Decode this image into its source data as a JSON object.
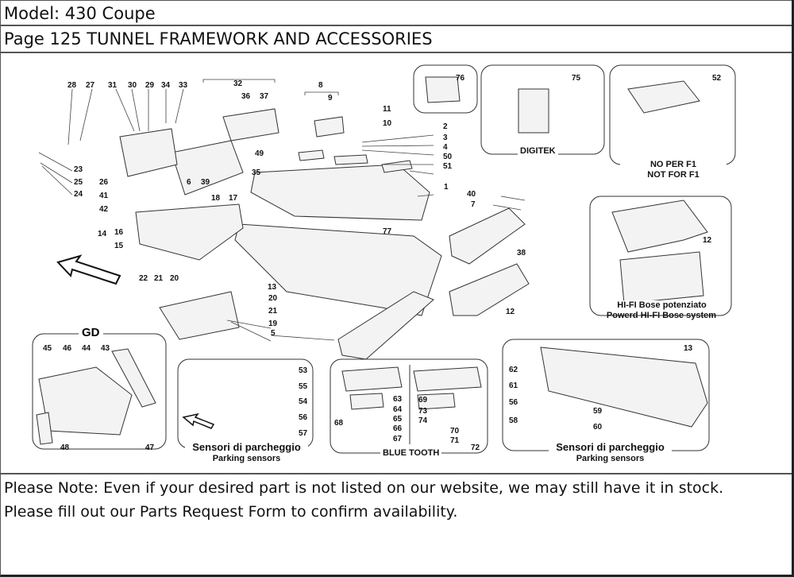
{
  "header": {
    "model": "Model: 430 Coupe",
    "page": "Page 125   TUNNEL  FRAMEWORK AND ACCESSORIES"
  },
  "diagram": {
    "callouts": [
      "28",
      "27",
      "31",
      "30",
      "29",
      "34",
      "33",
      "32",
      "36",
      "37",
      "23",
      "25",
      "24",
      "26",
      "41",
      "42",
      "35",
      "49",
      "8",
      "9",
      "11",
      "10",
      "2",
      "3",
      "4",
      "50",
      "51",
      "1",
      "77",
      "6",
      "39",
      "18",
      "17",
      "14",
      "16",
      "15",
      "22",
      "21",
      "20",
      "13",
      "20",
      "21",
      "19",
      "5",
      "40",
      "7",
      "38",
      "12",
      "76",
      "75",
      "52",
      "12",
      "45",
      "46",
      "44",
      "43",
      "48",
      "47",
      "53",
      "55",
      "54",
      "56",
      "57",
      "63",
      "64",
      "65",
      "66",
      "67",
      "68",
      "69",
      "73",
      "74",
      "70",
      "71",
      "72",
      "62",
      "61",
      "56",
      "59",
      "58",
      "60",
      "13"
    ],
    "insets": {
      "digitek": "DIGITEK",
      "no_f1_it": "NO PER F1",
      "no_f1_en": "NOT FOR F1",
      "bose_it": "HI-FI Bose potenziato",
      "bose_en": "Powerd HI-FI Bose system",
      "gd": "GD",
      "parking_it": "Sensori di parcheggio",
      "parking_en": "Parking sensors",
      "parking2_it": "Sensori di parcheggio",
      "parking2_en": "Parking sensors",
      "bluetooth": "BLUE TOOTH"
    },
    "icons": [
      "direction-arrow-icon",
      "ferrari-horse-logo-icon"
    ]
  },
  "note": {
    "line1": "Please Note: Even if your desired part is not listed on our website, we may still have it in stock.",
    "line2": "Please fill out our Parts Request Form to confirm availability."
  }
}
